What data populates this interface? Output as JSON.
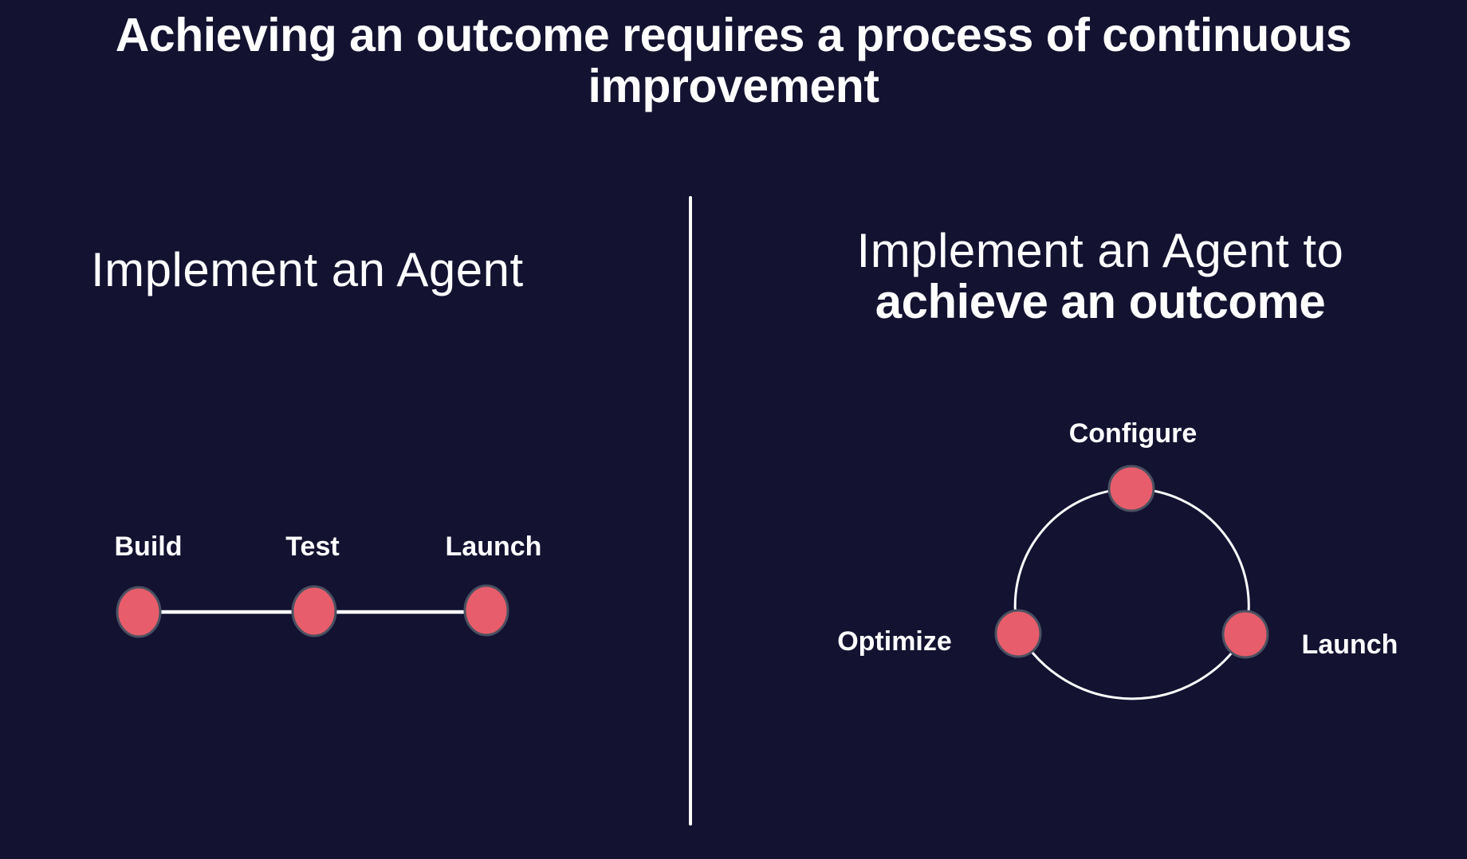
{
  "title": {
    "line1": "Achieving an outcome requires a process of continuous",
    "line2": "improvement"
  },
  "left_panel": {
    "heading": "Implement an Agent",
    "steps": [
      "Build",
      "Test",
      "Launch"
    ]
  },
  "right_panel": {
    "heading_line1": "Implement an Agent to",
    "heading_line2": "achieve an outcome",
    "steps": [
      "Configure",
      "Optimize",
      "Launch"
    ]
  },
  "colors": {
    "background": "#131231",
    "node_fill": "#E85D6B",
    "node_border": "#4A5161",
    "line": "#FFFFFF",
    "text": "#FFFFFF"
  }
}
